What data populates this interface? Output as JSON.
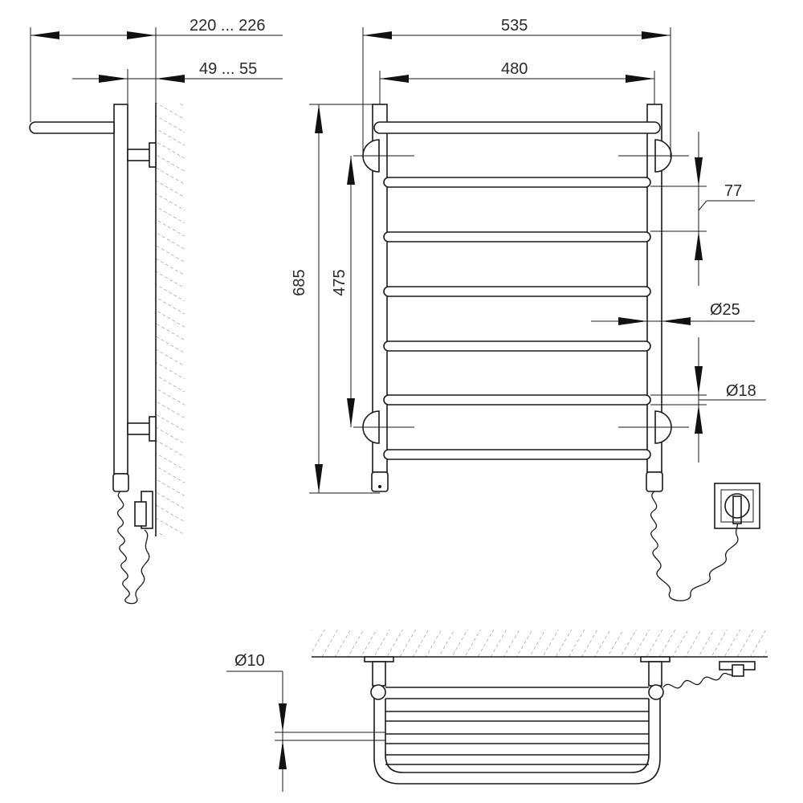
{
  "dimensions": {
    "depth_total": "220 ... 226",
    "wall_gap": "49 ... 55",
    "width_total": "535",
    "width_axis": "480",
    "height_total": "685",
    "mount_spacing": "475",
    "rung_pitch": "77",
    "rail_diameter": "Ø25",
    "rung_diameter": "Ø18",
    "top_rod_diameter": "Ø10"
  }
}
